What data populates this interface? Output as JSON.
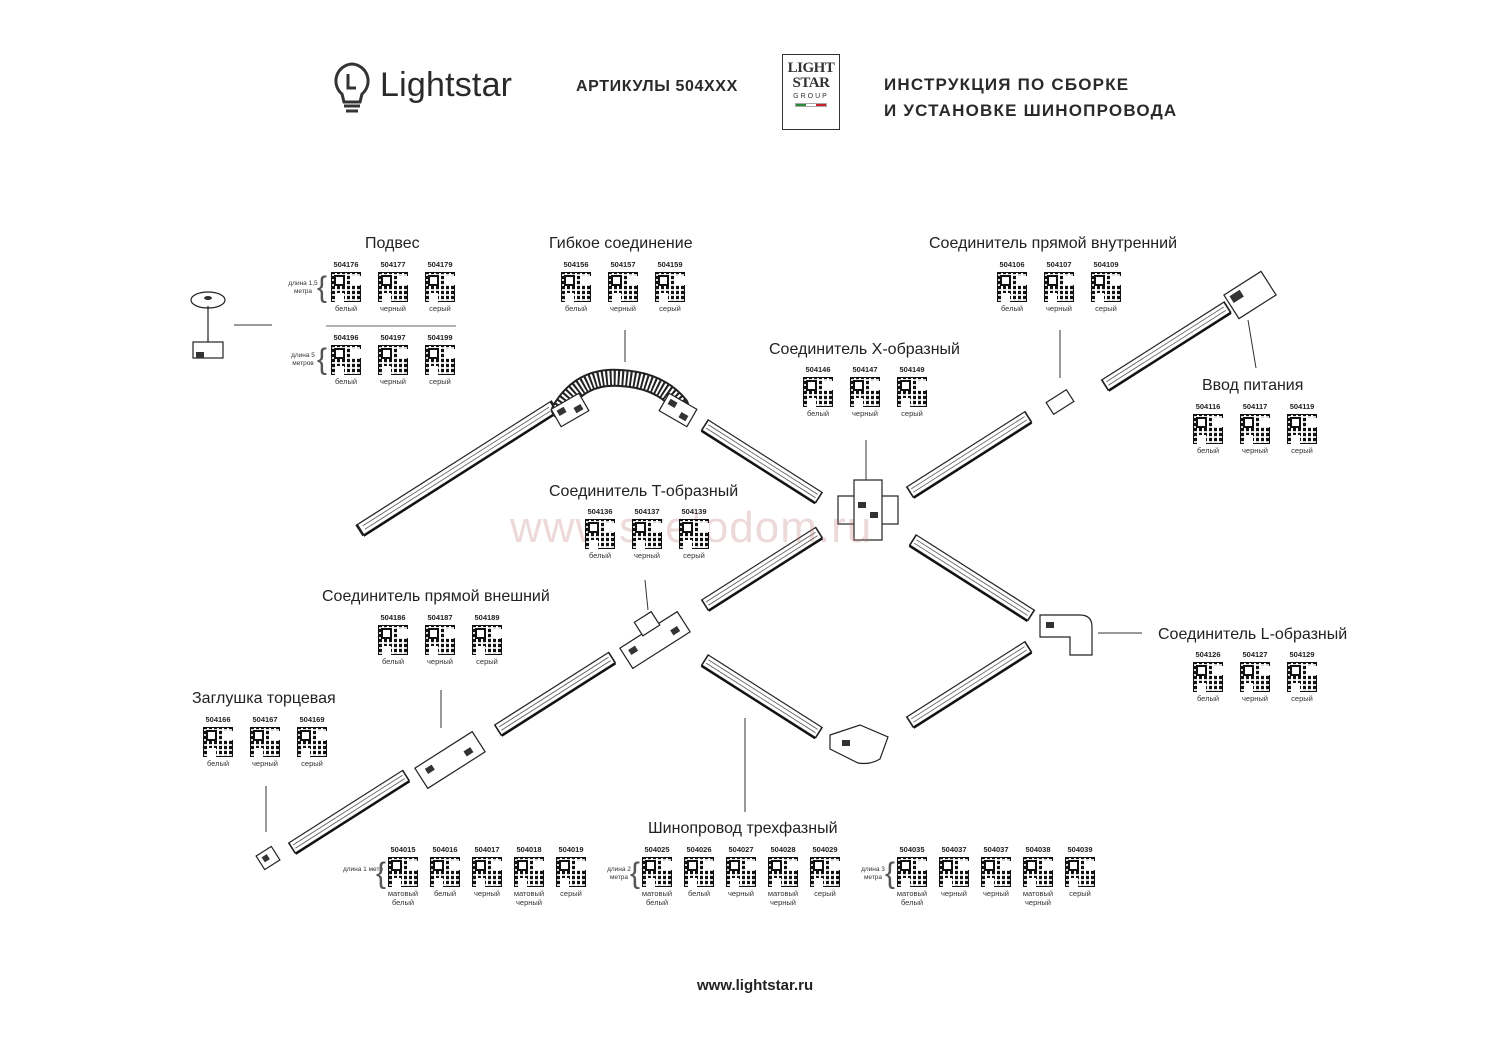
{
  "header": {
    "brand": "Lightstar",
    "articles": "АРТИКУЛЫ 504XXX",
    "group_logo": {
      "line1": "LIGHT",
      "line2": "STAR",
      "line3": "GROUP"
    },
    "instruction_line1": "ИНСТРУКЦИЯ ПО СБОРКЕ",
    "instruction_line2": "И УСТАНОВКЕ ШИНОПРОВОДА"
  },
  "watermark": "www.svetodom.ru",
  "footer": "www.lightstar.ru",
  "sections": {
    "podves": {
      "title": "Подвес",
      "rows": [
        {
          "side": "длина 1,5 метра",
          "items": [
            {
              "code": "504176",
              "color": "белый"
            },
            {
              "code": "504177",
              "color": "черный"
            },
            {
              "code": "504179",
              "color": "серый"
            }
          ]
        },
        {
          "side": "длина 5 метров",
          "items": [
            {
              "code": "504196",
              "color": "белый"
            },
            {
              "code": "504197",
              "color": "черный"
            },
            {
              "code": "504199",
              "color": "серый"
            }
          ]
        }
      ]
    },
    "flex": {
      "title": "Гибкое соединение",
      "items": [
        {
          "code": "504156",
          "color": "белый"
        },
        {
          "code": "504157",
          "color": "черный"
        },
        {
          "code": "504159",
          "color": "серый"
        }
      ]
    },
    "straight_inner": {
      "title": "Соединитель прямой внутренний",
      "items": [
        {
          "code": "504106",
          "color": "белый"
        },
        {
          "code": "504107",
          "color": "черный"
        },
        {
          "code": "504109",
          "color": "серый"
        }
      ]
    },
    "x_conn": {
      "title": "Соединитель X-образный",
      "items": [
        {
          "code": "504146",
          "color": "белый"
        },
        {
          "code": "504147",
          "color": "черный"
        },
        {
          "code": "504149",
          "color": "серый"
        }
      ]
    },
    "power": {
      "title": "Ввод питания",
      "items": [
        {
          "code": "504116",
          "color": "белый"
        },
        {
          "code": "504117",
          "color": "черный"
        },
        {
          "code": "504119",
          "color": "серый"
        }
      ]
    },
    "t_conn": {
      "title": "Соединитель T-образный",
      "items": [
        {
          "code": "504136",
          "color": "белый"
        },
        {
          "code": "504137",
          "color": "черный"
        },
        {
          "code": "504139",
          "color": "серый"
        }
      ]
    },
    "straight_outer": {
      "title": "Соединитель прямой внешний",
      "items": [
        {
          "code": "504186",
          "color": "белый"
        },
        {
          "code": "504187",
          "color": "черный"
        },
        {
          "code": "504189",
          "color": "серый"
        }
      ]
    },
    "l_conn": {
      "title": "Соединитель L-образный",
      "items": [
        {
          "code": "504126",
          "color": "белый"
        },
        {
          "code": "504127",
          "color": "черный"
        },
        {
          "code": "504129",
          "color": "серый"
        }
      ]
    },
    "end_cap": {
      "title": "Заглушка торцевая",
      "items": [
        {
          "code": "504166",
          "color": "белый"
        },
        {
          "code": "504167",
          "color": "черный"
        },
        {
          "code": "504169",
          "color": "серый"
        }
      ]
    },
    "track": {
      "title": "Шинопровод трехфазный",
      "groups": [
        {
          "side": "длина 1 метр",
          "items": [
            {
              "code": "504015",
              "color": "матовый белый"
            },
            {
              "code": "504016",
              "color": "белый"
            },
            {
              "code": "504017",
              "color": "черный"
            },
            {
              "code": "504018",
              "color": "матовый черный"
            },
            {
              "code": "504019",
              "color": "серый"
            }
          ]
        },
        {
          "side": "длина 2 метра",
          "items": [
            {
              "code": "504025",
              "color": "матовый белый"
            },
            {
              "code": "504026",
              "color": "белый"
            },
            {
              "code": "504027",
              "color": "черный"
            },
            {
              "code": "504028",
              "color": "матовый черный"
            },
            {
              "code": "504029",
              "color": "серый"
            }
          ]
        },
        {
          "side": "длина 3 метра",
          "items": [
            {
              "code": "504035",
              "color": "матовый белый"
            },
            {
              "code": "504037",
              "color": "черный"
            },
            {
              "code": "504037",
              "color": "черный"
            },
            {
              "code": "504038",
              "color": "матовый черный"
            },
            {
              "code": "504039",
              "color": "серый"
            }
          ]
        }
      ]
    }
  }
}
